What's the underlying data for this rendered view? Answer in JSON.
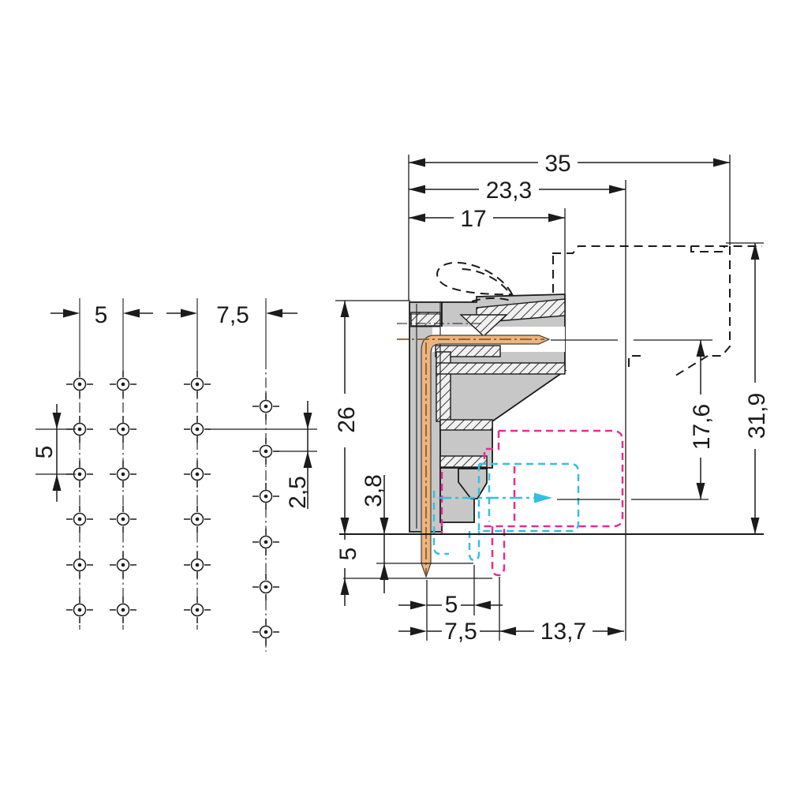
{
  "drawing": {
    "kind": "connector-dimension-drawing",
    "views": [
      "solder-pin-hole-pattern",
      "side-cross-section-with-mating-plug-phantom"
    ]
  },
  "dims": {
    "total_depth": "35",
    "mated_depth": "23,3",
    "body_depth": "17",
    "body_height": "26",
    "tip_below_board": "3,8",
    "pin_protrusion": "5",
    "pin_spacing_small": "5",
    "pin_spacing_wide": "7,5",
    "plug_overhang": "13,7",
    "plug_below_axis": "17,6",
    "total_height": "31,9"
  },
  "pattern": {
    "col_pitch": "5",
    "col_pitch_wide": "7,5",
    "row_pitch": "5",
    "row_offset": "2,5"
  },
  "colors": {
    "body_gray": "#c7c7c7",
    "pin_copper": "#edb57e",
    "phantom_pink": "#e62c95",
    "phantom_cyan": "#33bfe5",
    "line": "#1b1b1b"
  }
}
